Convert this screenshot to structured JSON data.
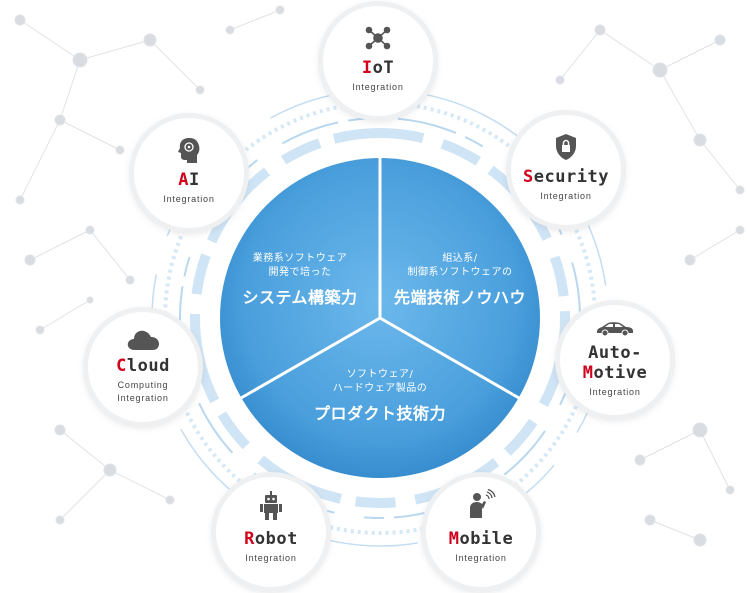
{
  "center": {
    "segments": [
      {
        "small_1": "業務系ソフトウェア",
        "small_2": "開発で培った",
        "big": "システム構築力"
      },
      {
        "small_1": "組込系/",
        "small_2": "制御系ソフトウェアの",
        "big": "先端技術ノウハウ"
      },
      {
        "small_1": "ソフトウェア/",
        "small_2": "ハードウェア製品の",
        "big": "プロダクト技術力"
      }
    ]
  },
  "nodes": {
    "iot": {
      "first": "I",
      "rest": "oT",
      "sub": "Integration",
      "icon": "network-icon"
    },
    "security": {
      "first": "S",
      "rest": "ecurity",
      "sub": "Integration",
      "icon": "lock-icon"
    },
    "ai": {
      "first": "A",
      "rest": "I",
      "sub": "Integration",
      "icon": "brain-head-icon"
    },
    "cloud": {
      "first": "C",
      "rest": "loud",
      "sub_1": "Computing",
      "sub_2": "Integration",
      "icon": "cloud-icon"
    },
    "auto": {
      "line1": "Auto-",
      "first": "M",
      "rest": "otive",
      "sub": "Integration",
      "icon": "car-icon"
    },
    "robot": {
      "first": "R",
      "rest": "obot",
      "sub": "Integration",
      "icon": "robot-icon"
    },
    "mobile": {
      "first": "M",
      "rest": "obile",
      "sub": "Integration",
      "icon": "phone-user-icon"
    }
  },
  "colors": {
    "accent": "#d0021b",
    "center_blue": "#4a9fdc",
    "ring": "#a8d0ee",
    "bg_network": "#d9dce0"
  }
}
